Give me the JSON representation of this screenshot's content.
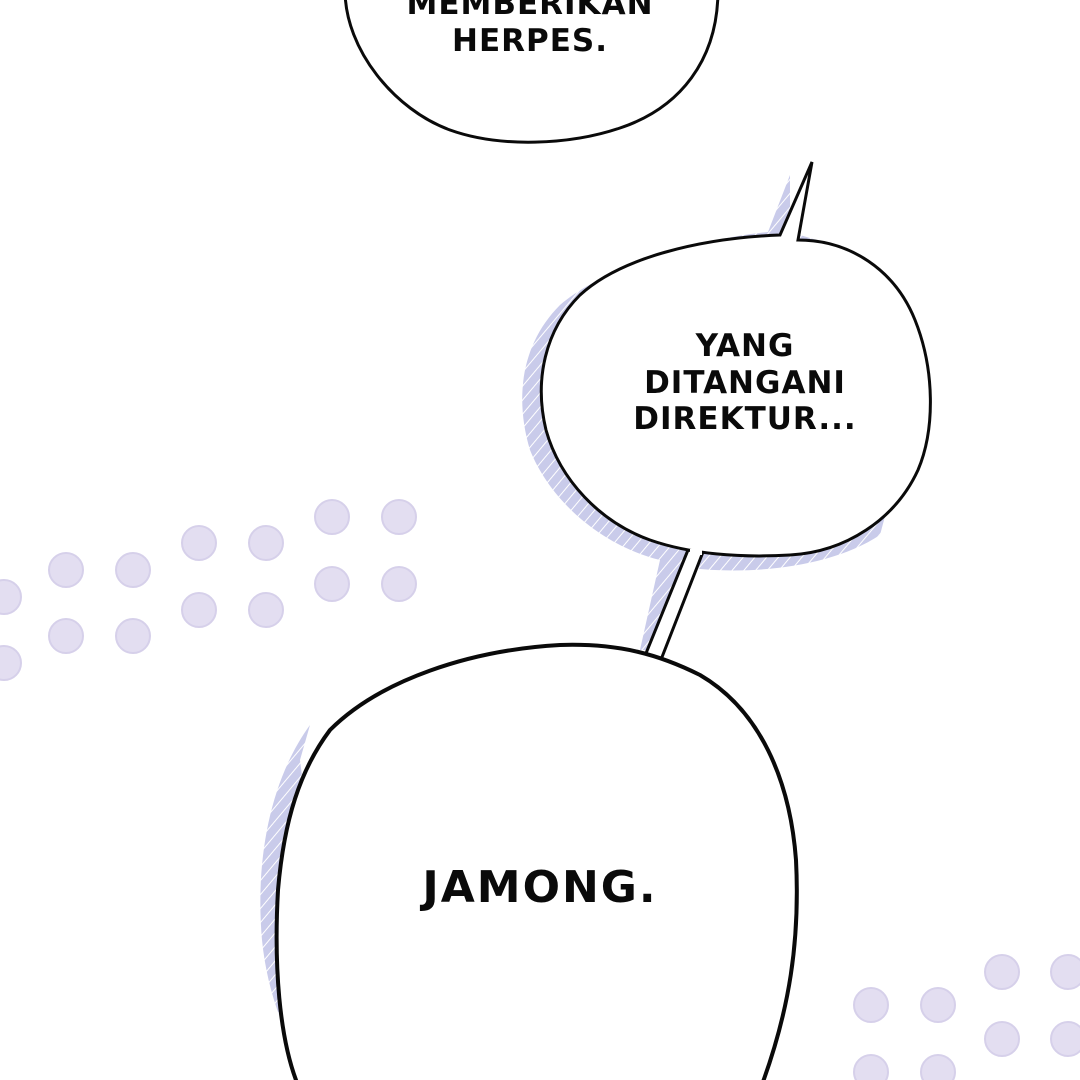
{
  "panel": {
    "bubbles": [
      {
        "id": "top",
        "text": "MEMBERIKAN\nHERPES."
      },
      {
        "id": "middle",
        "text": "YANG\nDITANGANI\nDIREKTUR..."
      },
      {
        "id": "bottom",
        "text": "JAMONG."
      }
    ]
  },
  "colors": {
    "ink": "#0a0a0a",
    "shadow": "#c9cbea",
    "dots": "#e3def1"
  }
}
